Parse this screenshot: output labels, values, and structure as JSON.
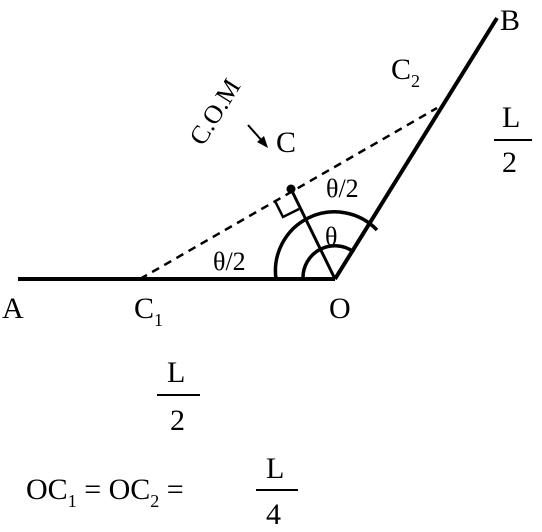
{
  "labels": {
    "A": "A",
    "B": "B",
    "O": "O",
    "C": "C",
    "com": "C.O.M",
    "C1_base": "C",
    "C1_sub": "1",
    "C2_base": "C",
    "C2_sub": "2",
    "half_theta_1": "θ/2",
    "half_theta_2": "θ/2",
    "theta": "θ"
  },
  "fractions": {
    "rod_a": {
      "num": "L",
      "den": "2"
    },
    "rod_b": {
      "num": "L",
      "den": "2"
    }
  },
  "equation": {
    "oc": "OC",
    "sub1": "1",
    "eq1": " = OC",
    "sub2": "2",
    "eq2": " = ",
    "num": "L",
    "den": "4"
  }
}
